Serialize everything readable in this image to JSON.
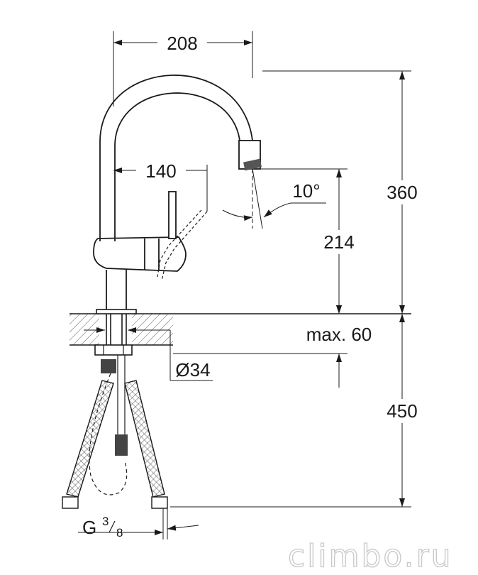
{
  "dimensions": {
    "spout_reach": "208",
    "lever_reach": "140",
    "spray_angle": "10°",
    "outlet_height": "214",
    "total_height": "360",
    "counter_thickness": "max. 60",
    "hole_diameter": "Ø34",
    "hose_length": "450",
    "thread_prefix": "G",
    "thread_numerator": "3",
    "thread_denominator": "8"
  },
  "watermark": "climbo.ru",
  "colors": {
    "line": "#1a1a1a",
    "watermark": "#c8c8c8",
    "background": "#ffffff"
  }
}
